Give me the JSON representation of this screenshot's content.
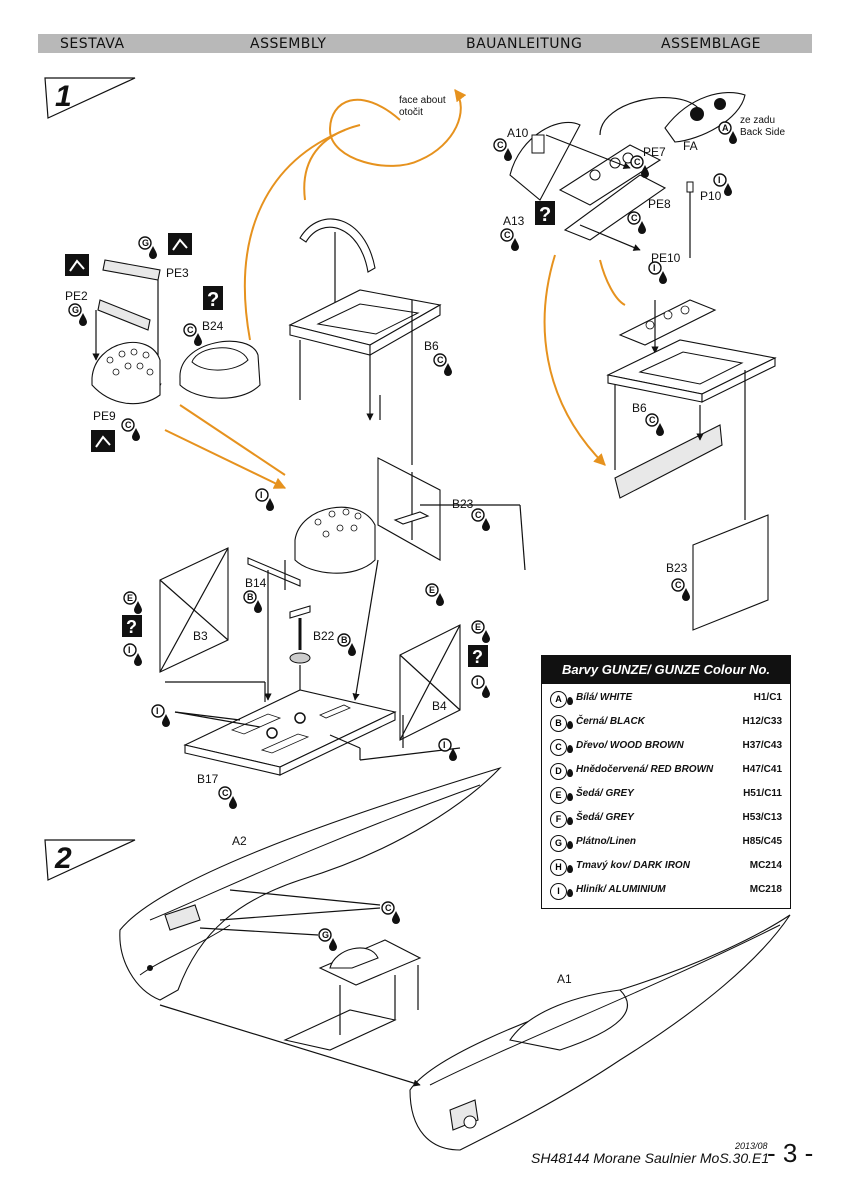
{
  "header": {
    "col1": "SESTAVA",
    "col2": "ASSEMBLY",
    "col3": "BAUANLEITUNG",
    "col4": "ASSEMBLAGE"
  },
  "steps": {
    "step1": "1",
    "step2": "2"
  },
  "notes": {
    "face_about_en": "face about",
    "face_about_cz": "otočit",
    "back_cz": "ze zadu",
    "back_en": "Back Side"
  },
  "parts": {
    "a10": "A10",
    "a13": "A13",
    "pe7": "PE7",
    "pe8": "PE8",
    "fa": "FA",
    "p10": "P10",
    "pe10": "PE10",
    "pe2": "PE2",
    "pe3": "PE3",
    "pe9": "PE9",
    "b24": "B24",
    "b6a": "B6",
    "b6b": "B6",
    "b23a": "B23",
    "b23b": "B23",
    "b14": "B14",
    "b3": "B3",
    "b22": "B22",
    "b4": "B4",
    "b17": "B17",
    "a2": "A2",
    "a1": "A1"
  },
  "colour_table": {
    "title": "Barvy GUNZE/ GUNZE Colour No.",
    "rows": [
      {
        "code": "A",
        "name": "Bílá/ WHITE",
        "value": "H1/C1"
      },
      {
        "code": "B",
        "name": "Černá/ BLACK",
        "value": "H12/C33"
      },
      {
        "code": "C",
        "name": "Dřevo/ WOOD BROWN",
        "value": "H37/C43"
      },
      {
        "code": "D",
        "name": "Hnědočervená/ RED BROWN",
        "value": "H47/C41"
      },
      {
        "code": "E",
        "name": "Šedá/ GREY",
        "value": "H51/C11"
      },
      {
        "code": "F",
        "name": "Šedá/ GREY",
        "value": "H53/C13"
      },
      {
        "code": "G",
        "name": "Plátno/Linen",
        "value": "H85/C45"
      },
      {
        "code": "H",
        "name": "Tmavý kov/ DARK IRON",
        "value": "MC214"
      },
      {
        "code": "I",
        "name": "Hliník/ ALUMINIUM",
        "value": "MC218"
      }
    ]
  },
  "footer": {
    "date": "2013/08",
    "title": "SH48144 Morane Saulnier MoS.30.E1",
    "page": "- 3 -"
  }
}
